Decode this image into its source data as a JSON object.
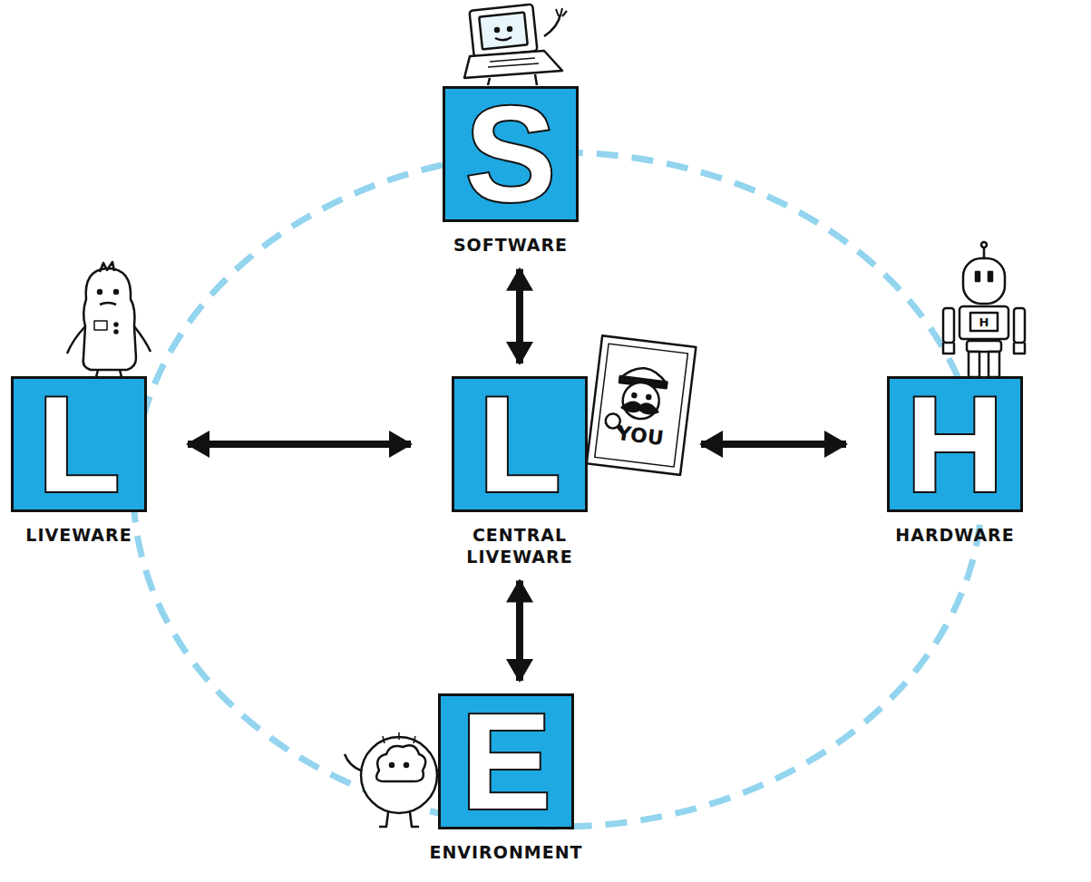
{
  "diagram": {
    "nodes": [
      {
        "text": [
          "S",
          "SOFTWARE"
        ]
      },
      {
        "text": [
          "L",
          "LIVEWARE"
        ]
      },
      {
        "text": [
          "L",
          "CENTRAL LIVEWARE"
        ]
      },
      {
        "text": [
          "H",
          "HARDWARE"
        ]
      },
      {
        "text": [
          "E",
          "ENVIRONMENT"
        ]
      }
    ],
    "edges": [
      {
        "from": 2,
        "to": 0,
        "arrow": "both"
      },
      {
        "from": 2,
        "to": 1,
        "arrow": "both"
      },
      {
        "from": 2,
        "to": 3,
        "arrow": "both"
      },
      {
        "from": 2,
        "to": 4,
        "arrow": "both"
      }
    ],
    "labels": [
      "YOU",
      "H"
    ]
  }
}
